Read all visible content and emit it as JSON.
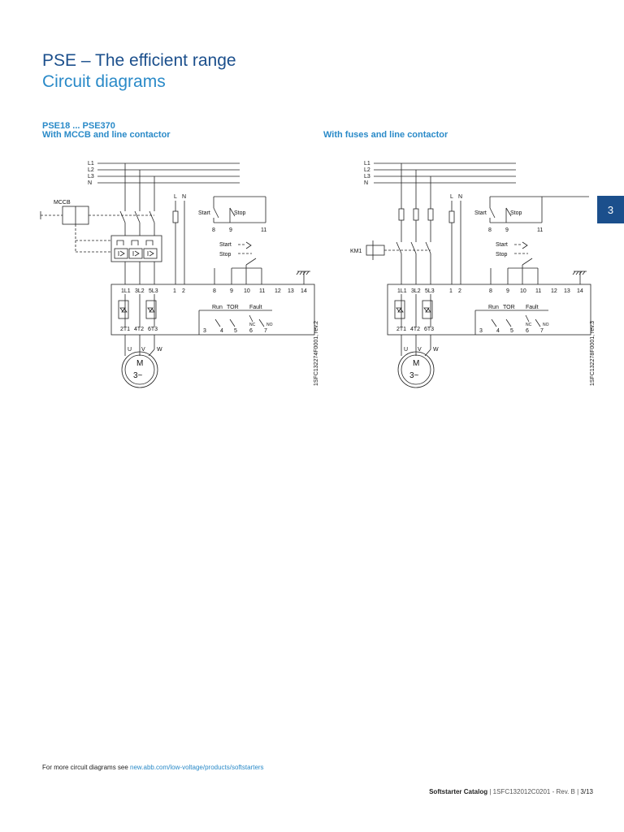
{
  "header": {
    "title": "PSE – The efficient range",
    "subtitle": "Circuit diagrams"
  },
  "chapter_tab": "3",
  "left": {
    "range": "PSE18 ... PSE370",
    "heading": "With MCCB and line contactor",
    "labels": {
      "l1": "L1",
      "l2": "L2",
      "l3": "L3",
      "n": "N",
      "mccb": "MCCB",
      "l": "L",
      "nn": "N",
      "start": "Start",
      "stop": "Stop",
      "t8": "8",
      "t9": "9",
      "t11": "11",
      "start2": "Start",
      "stop2": "Stop",
      "terms": [
        "1L1",
        "3L2",
        "5L3",
        "1",
        "2",
        "8",
        "9",
        "10",
        "11",
        "12",
        "13",
        "14"
      ],
      "outs": [
        "2T1",
        "4T2",
        "6T3"
      ],
      "run": "Run",
      "tor": "TOR",
      "fault": "Fault",
      "r3": "3",
      "r4": "4",
      "r5": "5",
      "r6": "6",
      "r7": "7",
      "nc": "NC",
      "no": "NO",
      "u": "U",
      "v": "V",
      "w": "W",
      "m": "M",
      "m3": "3~",
      "doc": "1SFC132274F0001, rev.2"
    }
  },
  "right": {
    "heading": "With fuses and line contactor",
    "labels": {
      "l1": "L1",
      "l2": "L2",
      "l3": "L3",
      "n": "N",
      "km1": "KM1",
      "l": "L",
      "nn": "N",
      "start": "Start",
      "stop": "Stop",
      "t8": "8",
      "t9": "9",
      "t11": "11",
      "start2": "Start",
      "stop2": "Stop",
      "terms": [
        "1L1",
        "3L2",
        "5L3",
        "1",
        "2",
        "8",
        "9",
        "10",
        "11",
        "12",
        "13",
        "14"
      ],
      "outs": [
        "2T1",
        "4T2",
        "6T3"
      ],
      "run": "Run",
      "tor": "TOR",
      "fault": "Fault",
      "r3": "3",
      "r4": "4",
      "r5": "5",
      "r6": "6",
      "r7": "7",
      "nc": "NC",
      "no": "NO",
      "u": "U",
      "v": "V",
      "w": "W",
      "m": "M",
      "m3": "3~",
      "doc": "1SFC132278F0001, rev.3"
    }
  },
  "footnote": {
    "text": "For more circuit diagrams see ",
    "link": "new.abb.com/low-voltage/products/softstarters"
  },
  "footer": {
    "catalog": "Softstarter Catalog",
    "sep1": " | ",
    "doc": "1SFC132012C0201 - Rev. B",
    "sep2": " | ",
    "page": "3/13"
  },
  "colors": {
    "primary": "#1b4f8c",
    "accent": "#2a8ac8"
  }
}
